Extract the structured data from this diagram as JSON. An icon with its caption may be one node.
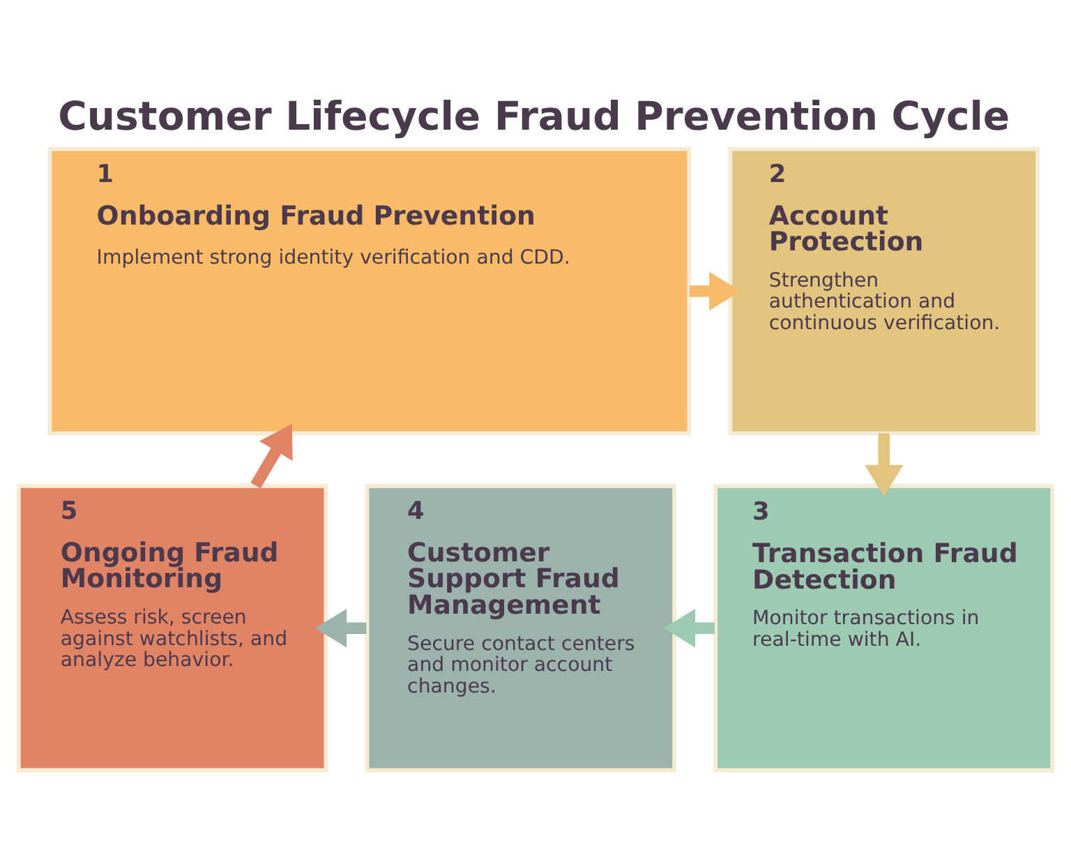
{
  "diagram": {
    "title": "Customer Lifecycle Fraud Prevention Cycle",
    "nodes": [
      {
        "text": [
          "1",
          "Onboarding Fraud Prevention",
          "Implement strong identity verification and CDD."
        ]
      },
      {
        "text": [
          "2",
          "Account Protection",
          "Strengthen authentication and continuous verification."
        ]
      },
      {
        "text": [
          "3",
          "Transaction Fraud Detection",
          "Monitor transactions in real-time with AI."
        ]
      },
      {
        "text": [
          "4",
          "Customer Support Fraud Management",
          "Secure contact centers and monitor account changes."
        ]
      },
      {
        "text": [
          "5",
          "Ongoing Fraud Monitoring",
          "Assess risk, screen against watchlists, and analyze behavior."
        ]
      }
    ],
    "edges": [
      {
        "from": 0,
        "to": 1,
        "arrow": "to",
        "color": "#f9bb68"
      },
      {
        "from": 1,
        "to": 2,
        "arrow": "to",
        "color": "#e2c47f"
      },
      {
        "from": 2,
        "to": 3,
        "arrow": "to",
        "color": "#9dcbb2"
      },
      {
        "from": 3,
        "to": 4,
        "arrow": "to",
        "color": "#9bb3ac"
      },
      {
        "from": 4,
        "to": 0,
        "arrow": "to",
        "color": "#e08465"
      }
    ]
  }
}
